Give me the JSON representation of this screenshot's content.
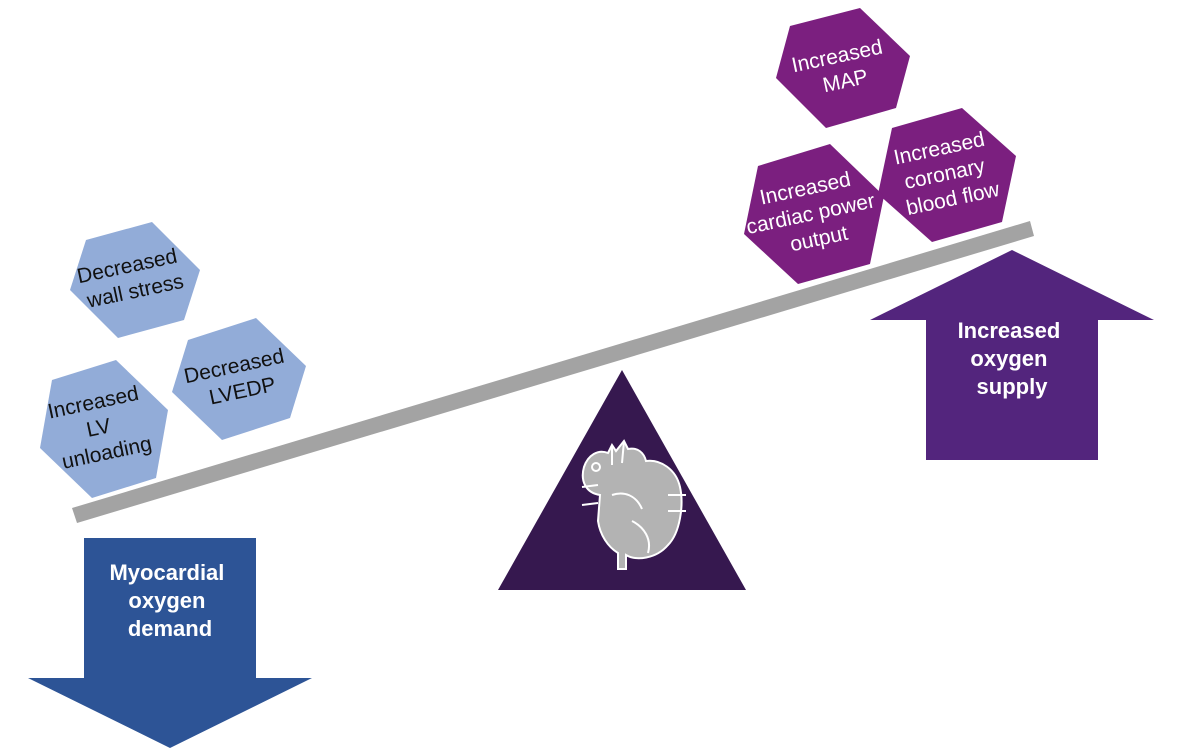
{
  "colors": {
    "light_hex": "#92acd8",
    "purple_hex": "#7b1f7f",
    "beam": "#a3a3a3",
    "fulcrum": "#36184f",
    "demand_arrow": "#2d5496",
    "supply_arrow": "#53257d",
    "heart": "#b3b3b3"
  },
  "left_hexes": [
    {
      "id": "wall-stress",
      "lines": [
        "Decreased",
        "wall stress"
      ]
    },
    {
      "id": "lvedp",
      "lines": [
        "Decreased",
        "LVEDP"
      ]
    },
    {
      "id": "lv-unloading",
      "lines": [
        "Increased",
        "LV",
        "unloading"
      ]
    }
  ],
  "right_hexes": [
    {
      "id": "map",
      "lines": [
        "Increased",
        "MAP"
      ]
    },
    {
      "id": "coronary",
      "lines": [
        "Increased",
        "coronary",
        "blood flow"
      ]
    },
    {
      "id": "cardiac-power",
      "lines": [
        "Increased",
        "cardiac power",
        "output"
      ]
    }
  ],
  "demand_arrow": {
    "lines": [
      "Myocardial",
      "oxygen",
      "demand"
    ],
    "direction": "down"
  },
  "supply_arrow": {
    "lines": [
      "Increased",
      "oxygen",
      "supply"
    ],
    "direction": "up"
  },
  "fulcrum_icon": "heart-icon"
}
